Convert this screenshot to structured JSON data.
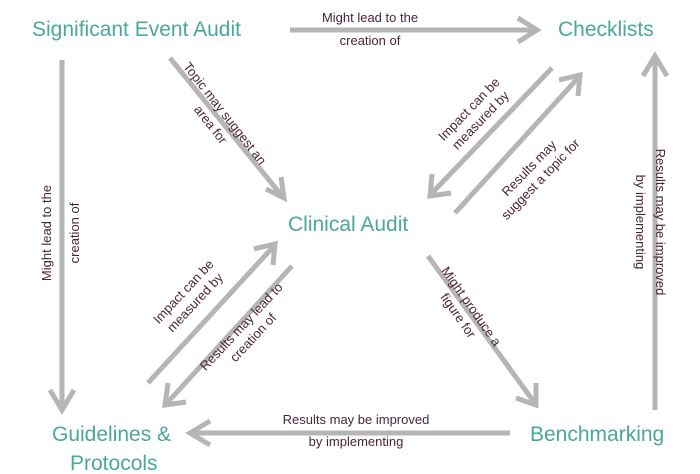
{
  "nodes": {
    "significant_event_audit": "Significant Event Audit",
    "checklists": "Checklists",
    "clinical_audit": "Clinical Audit",
    "guidelines_line1": "Guidelines &",
    "guidelines_line2": "Protocols",
    "benchmarking": "Benchmarking"
  },
  "edges": {
    "sea_to_checklists": {
      "line1": "Might lead to the",
      "line2": "creation of"
    },
    "sea_to_clinical": {
      "line1": "Topic may suggest an",
      "line2": "area for"
    },
    "sea_to_guidelines": {
      "line1": "Might lead to the",
      "line2": "creation of"
    },
    "checklists_to_clinical": {
      "line1": "Impact can be",
      "line2": "measured by"
    },
    "clinical_to_checklists": {
      "line1": "Results may",
      "line2": "suggest a topic for"
    },
    "benchmarking_to_checklists": {
      "line1": "Results may be improved",
      "line2": "by implementing"
    },
    "guidelines_to_clinical": {
      "line1": "Impact can be",
      "line2": "measured by"
    },
    "clinical_to_guidelines": {
      "line1": "Results may lead to",
      "line2": "creation of"
    },
    "clinical_to_benchmarking": {
      "line1": "Might produce a",
      "line2": "figure for"
    },
    "benchmarking_to_guidelines": {
      "line1": "Results may be improved",
      "line2": "by implementing"
    }
  },
  "colors": {
    "node_text": "#4aa896",
    "label_text": "#4a2438",
    "arrow": "#b5b5b5"
  }
}
